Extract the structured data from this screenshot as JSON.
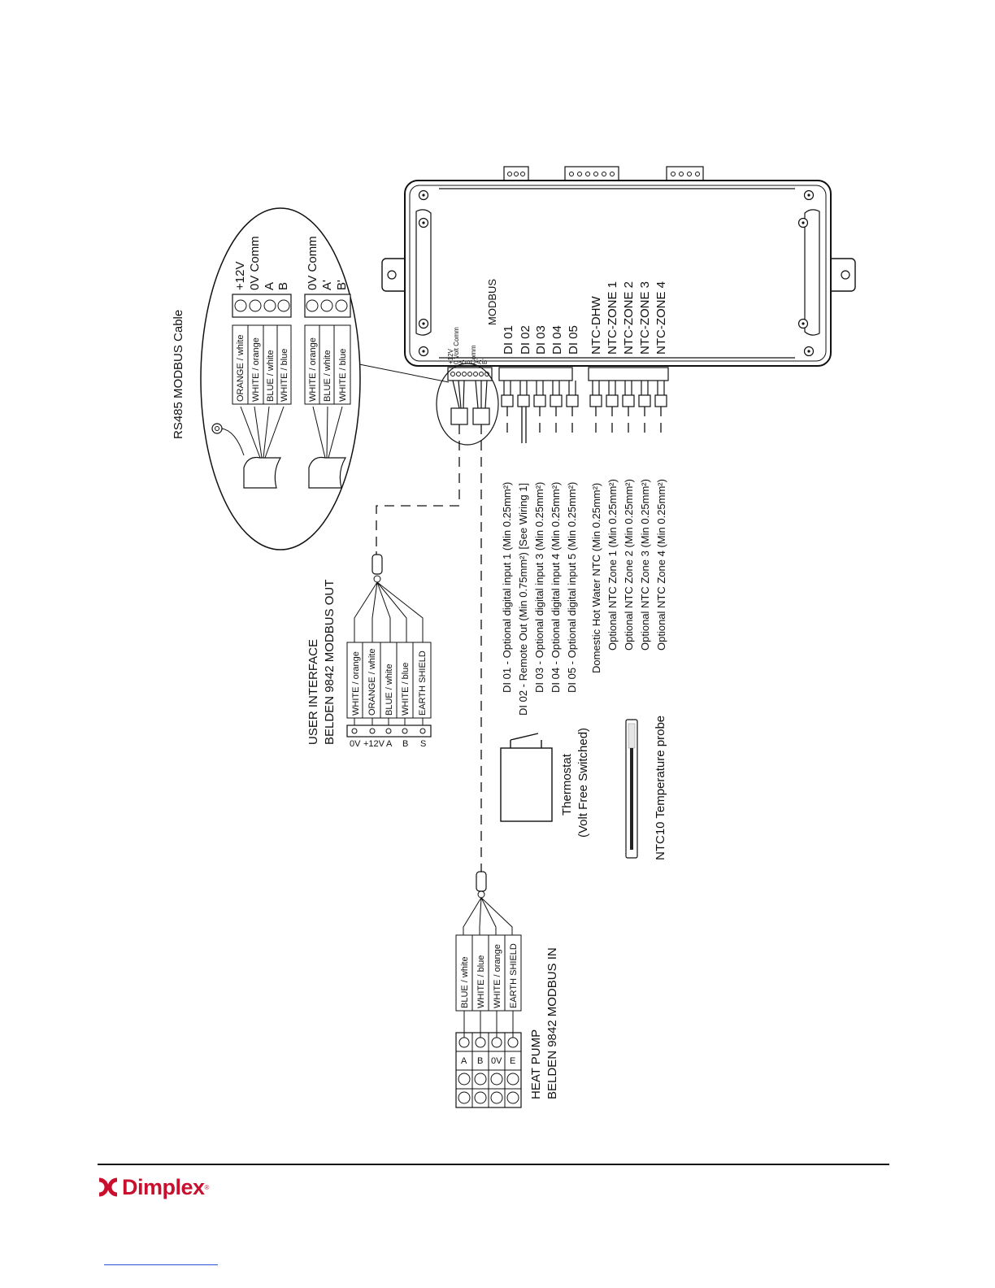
{
  "brand": {
    "name": "Dimplex",
    "reg_mark": "®",
    "color": "#c8102e"
  },
  "diagram": {
    "rs485": {
      "title": "RS485 MODBUS Cable",
      "upper_wires": [
        "ORANGE / white",
        "WHITE / orange",
        "BLUE / white",
        "WHITE / blue"
      ],
      "upper_terminals": [
        "+12V",
        "0V Comm",
        "A",
        "B"
      ],
      "lower_wires": [
        "WHITE / orange",
        "BLUE / white",
        "WHITE / blue"
      ],
      "lower_terminals": [
        "0V Comm",
        "A'",
        "B'"
      ]
    },
    "controller": {
      "modbus_label": "MODBUS",
      "modbus_pins": [
        "+12V",
        "0 Volt Comm",
        "A",
        "B",
        "Comm",
        "A'",
        "B'"
      ],
      "di_labels": [
        "DI 01",
        "DI 02",
        "DI 03",
        "DI 04",
        "DI 05"
      ],
      "ntc_labels": [
        "NTC-DHW",
        "NTC-ZONE 1",
        "NTC-ZONE 2",
        "NTC-ZONE 3",
        "NTC-ZONE 4"
      ]
    },
    "inputs": [
      "DI 01 - Optional digital input 1 (Min 0.25mm²)",
      "DI 02 - Remote Out (Min 0.75mm²) [See Wiring 1]",
      "DI 03 - Optional digital input 3 (Min 0.25mm²)",
      "DI 04 - Optional digital input 4 (Min 0.25mm²)",
      "DI 05 - Optional digital input 5 (Min 0.25mm²)"
    ],
    "ntc_inputs": [
      "Domestic Hot Water NTC (Min 0.25mm²)",
      "Optional NTC Zone 1 (Min 0.25mm²)",
      "Optional NTC Zone 2 (Min 0.25mm²)",
      "Optional NTC Zone 3 (Min 0.25mm²)",
      "Optional NTC Zone 4 (Min 0.25mm²)"
    ],
    "user_interface": {
      "title": "USER INTERFACE",
      "subtitle": "BELDEN 9842 MODBUS OUT",
      "wires": [
        "WHITE / orange",
        "ORANGE / white",
        "BLUE / white",
        "WHITE / blue",
        "EARTH SHIELD"
      ],
      "terminals": [
        "0V",
        "+12V",
        "A",
        "B",
        "S"
      ]
    },
    "thermostat": {
      "label": "Thermostat",
      "sub": "(Volt Free Switched)"
    },
    "probe": {
      "label": "NTC10 Temperature probe"
    },
    "heat_pump": {
      "title": "HEAT PUMP",
      "subtitle": "BELDEN 9842 MODBUS IN",
      "wires": [
        "BLUE / white",
        "WHITE / blue",
        "WHITE / orange",
        "EARTH SHIELD"
      ],
      "terminals": [
        "A",
        "B",
        "0V",
        "E"
      ]
    }
  }
}
